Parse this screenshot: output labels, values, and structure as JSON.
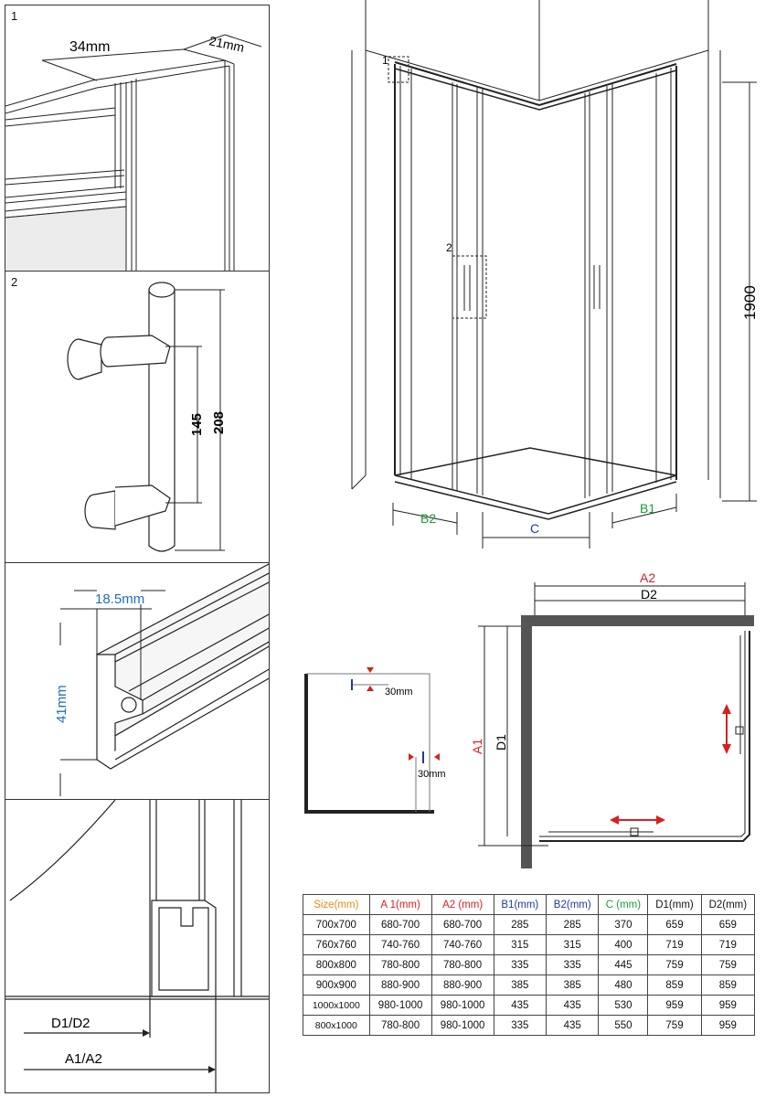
{
  "panels": {
    "p1": {
      "number": "1",
      "dim_a": "34mm",
      "dim_b": "21mm"
    },
    "p2": {
      "number": "2",
      "dim_inner": "145",
      "dim_outer": "208"
    },
    "p3": {
      "dim_w": "18.5mm",
      "dim_h": "41mm"
    },
    "p4": {
      "label_d": "D1/D2",
      "label_a": "A1/A2"
    }
  },
  "main": {
    "callout_1": "1",
    "callout_2": "2",
    "height": "1900",
    "b2": "B2",
    "c": "C",
    "b1": "B1"
  },
  "gap": {
    "top": "30mm",
    "right": "30mm"
  },
  "plan": {
    "a2": "A2",
    "d2": "D2",
    "a1": "A1",
    "d1": "D1"
  },
  "colors": {
    "orange": "#e8891c",
    "red": "#d62020",
    "blue": "#1f3a9e",
    "green": "#1e9a3a",
    "cyan_blue": "#1f6fb5"
  },
  "table": {
    "headers": [
      "Size(mm)",
      "A 1(mm)",
      "A2 (mm)",
      "B1(mm)",
      "B2(mm)",
      "C (mm)",
      "D1(mm)",
      "D2(mm)"
    ],
    "rows": [
      [
        "700x700",
        "680-700",
        "680-700",
        "285",
        "285",
        "370",
        "659",
        "659"
      ],
      [
        "760x760",
        "740-760",
        "740-760",
        "315",
        "315",
        "400",
        "719",
        "719"
      ],
      [
        "800x800",
        "780-800",
        "780-800",
        "335",
        "335",
        "445",
        "759",
        "759"
      ],
      [
        "900x900",
        "880-900",
        "880-900",
        "385",
        "385",
        "480",
        "859",
        "859"
      ],
      [
        "1000x1000",
        "980-1000",
        "980-1000",
        "435",
        "435",
        "530",
        "959",
        "959"
      ],
      [
        "800x1000",
        "780-800",
        "980-1000",
        "335",
        "435",
        "550",
        "759",
        "959"
      ]
    ]
  }
}
